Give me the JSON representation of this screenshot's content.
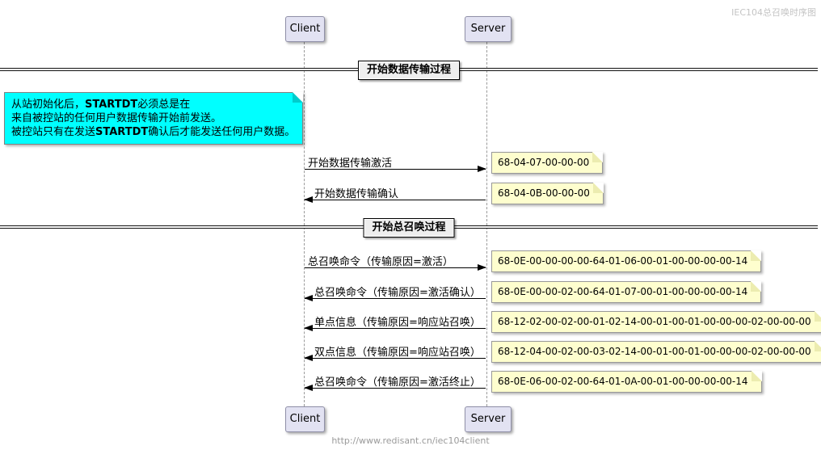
{
  "page": {
    "title": "IEC104总召唤时序图",
    "footer_url": "http://www.redisant.cn/iec104client"
  },
  "participants": {
    "client": "Client",
    "server": "Server"
  },
  "dividers": [
    {
      "label": "开始数据传输过程"
    },
    {
      "label": "开始总召唤过程"
    }
  ],
  "startdt_note": {
    "line1_pre": "从站初始化后，",
    "line1_bold": "STARTDT",
    "line1_post": "必须总是在",
    "line2": "来自被控站的任何用户数据传输开始前发送。",
    "line3_pre": "被控站只有在发送",
    "line3_bold": "STARTDT",
    "line3_post": "确认后才能发送任何用户数据。"
  },
  "messages": [
    {
      "label": "开始数据传输激活",
      "from": "Client",
      "to": "Server",
      "frame": "68-04-07-00-00-00"
    },
    {
      "label": "开始数据传输确认",
      "from": "Server",
      "to": "Client",
      "frame": "68-04-0B-00-00-00"
    },
    {
      "label": "总召唤命令（传输原因=激活）",
      "from": "Client",
      "to": "Server",
      "frame": "68-0E-00-00-00-00-64-01-06-00-01-00-00-00-00-14"
    },
    {
      "label": "总召唤命令（传输原因=激活确认）",
      "from": "Server",
      "to": "Client",
      "frame": "68-0E-00-00-02-00-64-01-07-00-01-00-00-00-00-14"
    },
    {
      "label": "单点信息（传输原因=响应站召唤）",
      "from": "Server",
      "to": "Client",
      "frame": "68-12-02-00-02-00-01-02-14-00-01-00-01-00-00-00-02-00-00-00"
    },
    {
      "label": "双点信息（传输原因=响应站召唤）",
      "from": "Server",
      "to": "Client",
      "frame": "68-12-04-00-02-00-03-02-14-00-01-00-01-00-00-00-02-00-00-00"
    },
    {
      "label": "总召唤命令（传输原因=激活终止）",
      "from": "Server",
      "to": "Client",
      "frame": "68-0E-06-00-02-00-64-01-0A-00-01-00-00-00-00-14"
    }
  ],
  "colors": {
    "note_yellow": "#FEFECE",
    "note_cyan": "#00FFFF",
    "participant_fill": "#E2E2F2",
    "divider_fill": "#EEEEEE",
    "lifeline_gray": "#9A9A9A",
    "arrow_black": "#000000"
  }
}
